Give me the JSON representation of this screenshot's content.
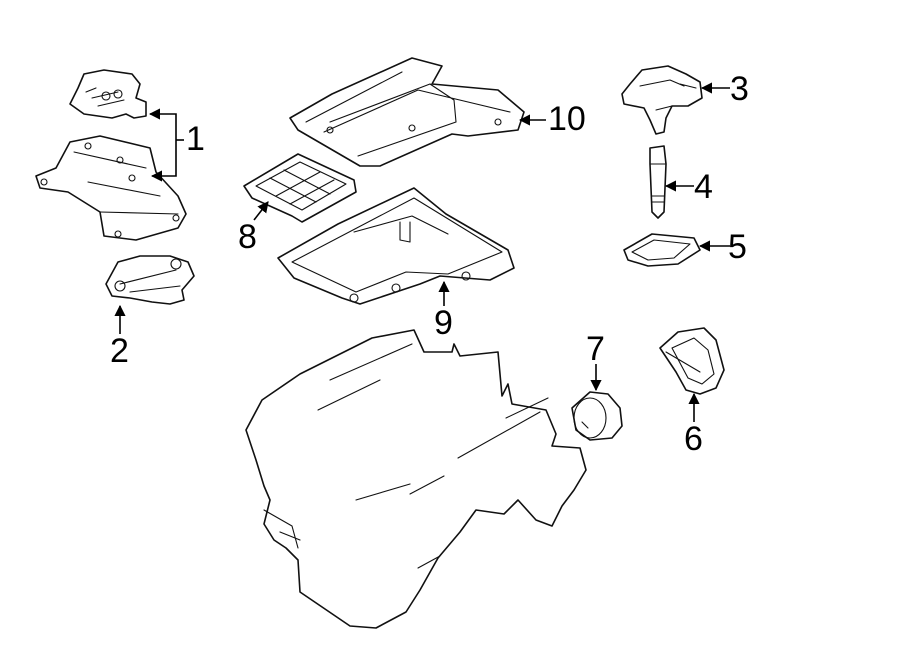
{
  "diagram": {
    "background": "#ffffff",
    "line_color": "#111111",
    "callouts": [
      {
        "id": "callout-1",
        "label": "1"
      },
      {
        "id": "callout-2",
        "label": "2"
      },
      {
        "id": "callout-3",
        "label": "3"
      },
      {
        "id": "callout-4",
        "label": "4"
      },
      {
        "id": "callout-5",
        "label": "5"
      },
      {
        "id": "callout-6",
        "label": "6"
      },
      {
        "id": "callout-7",
        "label": "7"
      },
      {
        "id": "callout-8",
        "label": "8"
      },
      {
        "id": "callout-9",
        "label": "9"
      },
      {
        "id": "callout-10",
        "label": "10"
      }
    ]
  }
}
